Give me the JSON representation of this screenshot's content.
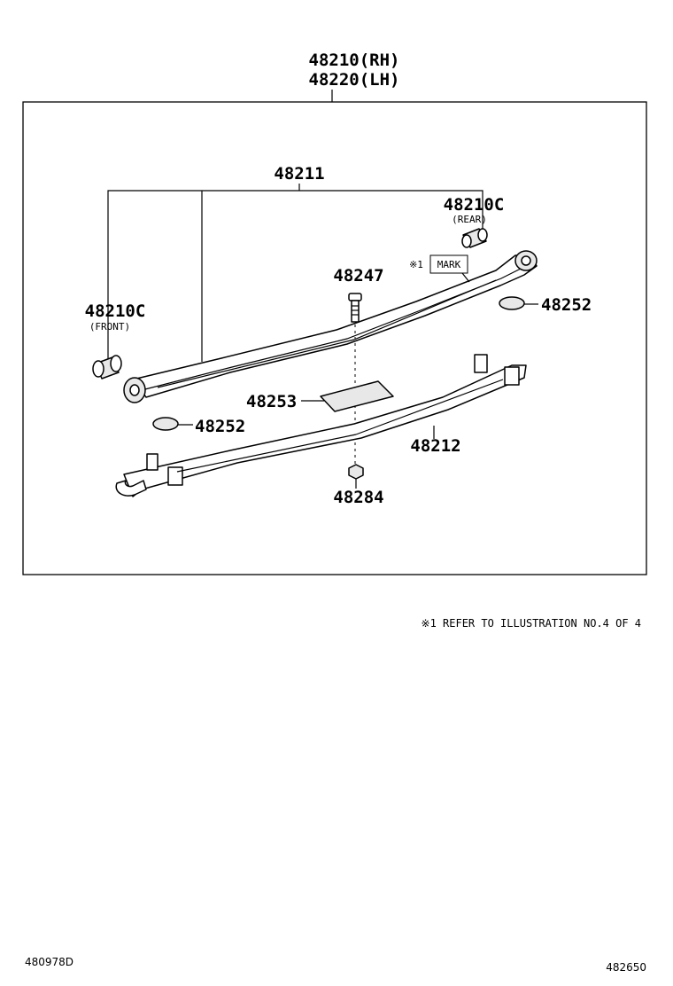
{
  "header": {
    "part_rh": "48210(RH)",
    "part_lh": "48220(LH)"
  },
  "callouts": {
    "leaf_no1": "48211",
    "bushing_rear": "48210C",
    "bushing_rear_note": "(REAR)",
    "bushing_front": "48210C",
    "bushing_front_note": "(FRONT)",
    "bolt": "48247",
    "insert_upper": "48252",
    "insert_lower": "48252",
    "plate": "48253",
    "leaf_no2": "48212",
    "nut": "48284",
    "mark_ref": "※1",
    "mark_label": "MARK"
  },
  "note": "※1 REFER TO ILLUSTRATION NO.4 OF 4",
  "footer": {
    "left_code": "480978D",
    "right_code": "482650"
  }
}
